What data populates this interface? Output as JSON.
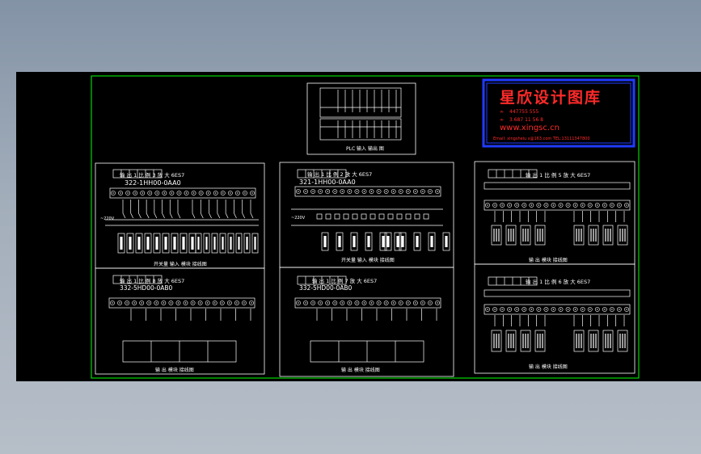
{
  "colors": {
    "background": "#8a98aa",
    "viewport": "#000000",
    "frame": "#00ff00",
    "lines": "#ffffff",
    "logo_text": "#ff2a2a",
    "logo_frame": "#1f3bff"
  },
  "logo": {
    "title": "星欣设计图库",
    "line1": "447755 555",
    "line2": "3.687 11 56 8",
    "url": "www.xingsc.cn",
    "contact": "Email: xingsheiu s@163.com TEL:13111347800"
  },
  "sheets": {
    "plc": {
      "caption": "PLC 输入 输出 图"
    },
    "s1": {
      "header": "输 出 1 比 例 3 放 大 6ES7",
      "model": "322-1HH00-0AA0",
      "voltage": "~220V",
      "caption": "开关量 输入 模块 接线图"
    },
    "s2": {
      "header": "输 出 1 比 例 2 放 大 6ES7",
      "model": "321-1HH00-0AA0",
      "voltage": "~220V",
      "caption": "开关量 输入 模块 接线图"
    },
    "s3": {
      "header": "输 出 1 比 例 5 放 大 6ES7",
      "caption": "输 出 模块 接线图"
    },
    "s4": {
      "header": "输 出 1 比 例 8 放 大 6ES7",
      "model": "332-5HD00-0AB0",
      "caption": "输 出 模块 接线图"
    },
    "s5": {
      "header": "输 出 1 比 例 7 放 大 6ES7",
      "model": "332-5HD00-0AB0",
      "caption": "输 出 模块 接线图"
    },
    "s6": {
      "header": "输 出 1 比 例 6 放 大 6ES7",
      "caption": "输 出 模块 接线图"
    }
  }
}
